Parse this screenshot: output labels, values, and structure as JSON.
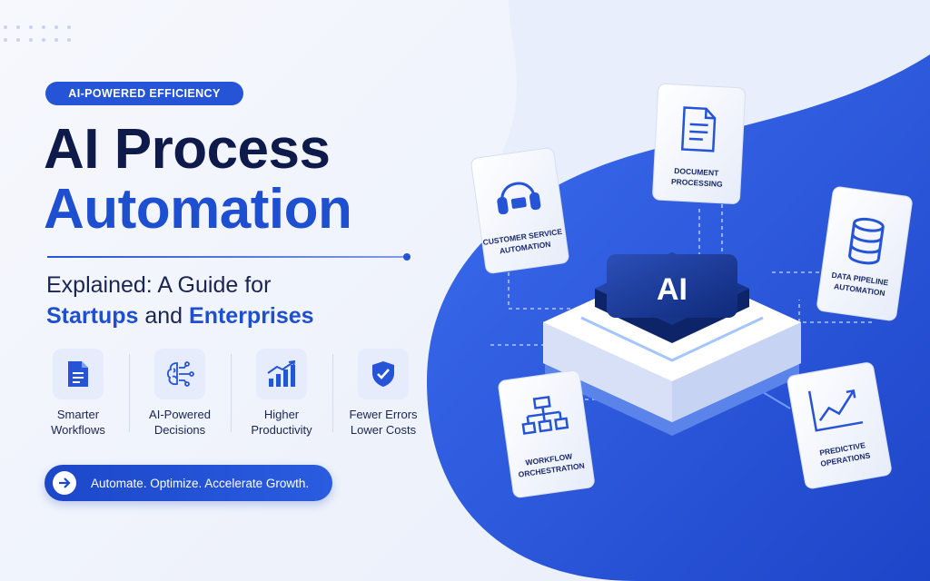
{
  "badge": "AI-POWERED EFFICIENCY",
  "title": {
    "line1": "AI Process",
    "line2": "Automation"
  },
  "subtitle": {
    "line1": "Explained: A Guide for",
    "startups": "Startups",
    "and": " and ",
    "enterprises": "Enterprises"
  },
  "features": [
    {
      "icon": "document-icon",
      "line1": "Smarter",
      "line2": "Workflows"
    },
    {
      "icon": "brain-circuit-icon",
      "line1": "AI-Powered",
      "line2": "Decisions"
    },
    {
      "icon": "bar-chart-icon",
      "line1": "Higher",
      "line2": "Productivity"
    },
    {
      "icon": "shield-check-icon",
      "line1": "Fewer Errors",
      "line2": "Lower Costs"
    }
  ],
  "cta": {
    "icon": "arrow-right-icon",
    "label": "Automate. Optimize. Accelerate Growth."
  },
  "hub": {
    "label": "AI"
  },
  "cards": {
    "customer_service": {
      "icon": "headset-chat-icon",
      "line1": "CUSTOMER SERVICE",
      "line2": "AUTOMATION"
    },
    "document": {
      "icon": "document-icon",
      "line1": "DOCUMENT",
      "line2": "PROCESSING"
    },
    "data_pipeline": {
      "icon": "database-icon",
      "line1": "DATA PIPELINE",
      "line2": "AUTOMATION"
    },
    "workflow": {
      "icon": "flowchart-icon",
      "line1": "WORKFLOW",
      "line2": "ORCHESTRATION"
    },
    "predictive": {
      "icon": "line-chart-icon",
      "line1": "PREDICTIVE",
      "line2": "OPERATIONS"
    }
  },
  "colors": {
    "primary": "#1e4fd1",
    "navy": "#0d1a4a",
    "background": "#f3f6fc"
  }
}
